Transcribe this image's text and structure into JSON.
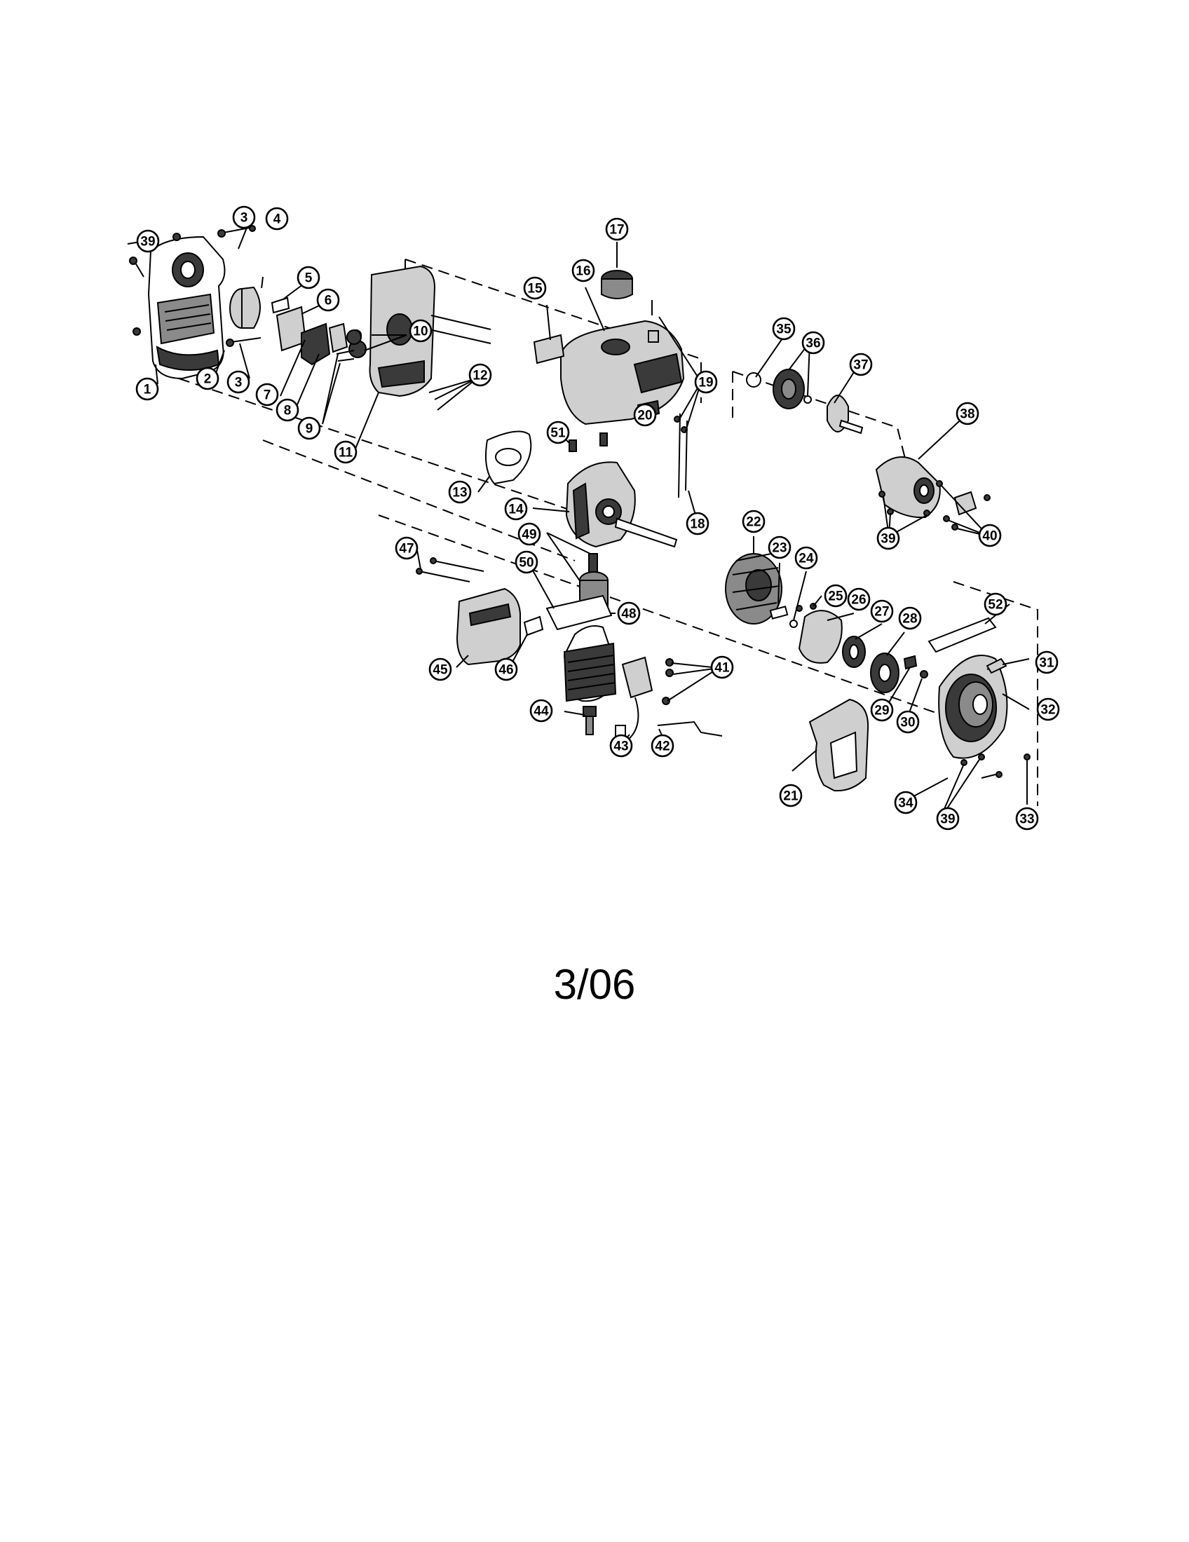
{
  "diagram": {
    "callouts": [
      {
        "id": "c1",
        "label": "1"
      },
      {
        "id": "c2",
        "label": "2"
      },
      {
        "id": "c3a",
        "label": "3"
      },
      {
        "id": "c3b",
        "label": "3"
      },
      {
        "id": "c4",
        "label": "4"
      },
      {
        "id": "c5",
        "label": "5"
      },
      {
        "id": "c6",
        "label": "6"
      },
      {
        "id": "c7",
        "label": "7"
      },
      {
        "id": "c8",
        "label": "8"
      },
      {
        "id": "c9",
        "label": "9"
      },
      {
        "id": "c10",
        "label": "10"
      },
      {
        "id": "c11",
        "label": "11"
      },
      {
        "id": "c12",
        "label": "12"
      },
      {
        "id": "c13",
        "label": "13"
      },
      {
        "id": "c14",
        "label": "14"
      },
      {
        "id": "c15",
        "label": "15"
      },
      {
        "id": "c16",
        "label": "16"
      },
      {
        "id": "c17",
        "label": "17"
      },
      {
        "id": "c18",
        "label": "18"
      },
      {
        "id": "c19",
        "label": "19"
      },
      {
        "id": "c20",
        "label": "20"
      },
      {
        "id": "c21",
        "label": "21"
      },
      {
        "id": "c22",
        "label": "22"
      },
      {
        "id": "c23",
        "label": "23"
      },
      {
        "id": "c24",
        "label": "24"
      },
      {
        "id": "c25",
        "label": "25"
      },
      {
        "id": "c26",
        "label": "26"
      },
      {
        "id": "c27",
        "label": "27"
      },
      {
        "id": "c28",
        "label": "28"
      },
      {
        "id": "c29",
        "label": "29"
      },
      {
        "id": "c30",
        "label": "30"
      },
      {
        "id": "c31",
        "label": "31"
      },
      {
        "id": "c32",
        "label": "32"
      },
      {
        "id": "c33",
        "label": "33"
      },
      {
        "id": "c34",
        "label": "34"
      },
      {
        "id": "c35",
        "label": "35"
      },
      {
        "id": "c36",
        "label": "36"
      },
      {
        "id": "c37",
        "label": "37"
      },
      {
        "id": "c38",
        "label": "38"
      },
      {
        "id": "c39a",
        "label": "39"
      },
      {
        "id": "c39b",
        "label": "39"
      },
      {
        "id": "c39c",
        "label": "39"
      },
      {
        "id": "c40",
        "label": "40"
      },
      {
        "id": "c41",
        "label": "41"
      },
      {
        "id": "c42",
        "label": "42"
      },
      {
        "id": "c43",
        "label": "43"
      },
      {
        "id": "c44",
        "label": "44"
      },
      {
        "id": "c45",
        "label": "45"
      },
      {
        "id": "c46",
        "label": "46"
      },
      {
        "id": "c47",
        "label": "47"
      },
      {
        "id": "c48",
        "label": "48"
      },
      {
        "id": "c49",
        "label": "49"
      },
      {
        "id": "c50",
        "label": "50"
      },
      {
        "id": "c51",
        "label": "51"
      },
      {
        "id": "c52",
        "label": "52"
      }
    ]
  },
  "footer": {
    "date_code": "3/06"
  }
}
